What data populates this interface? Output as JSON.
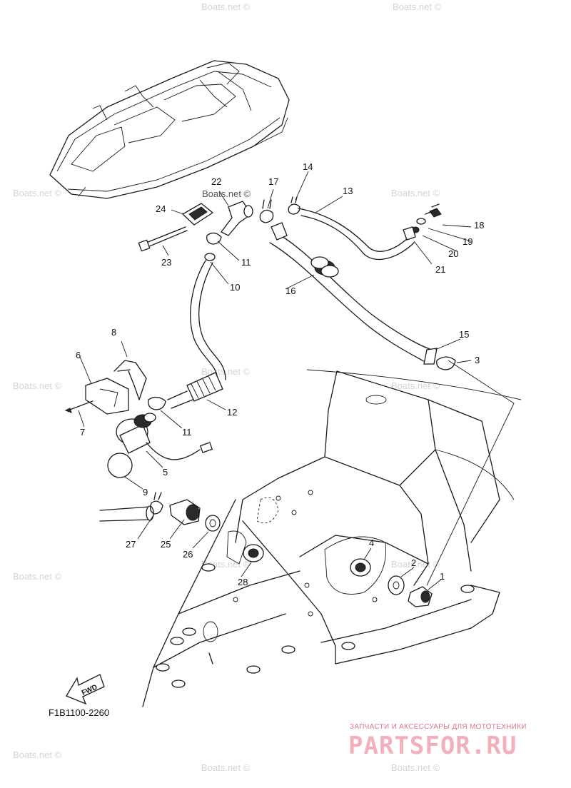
{
  "diagram_code": "F1B1100-2260",
  "watermark_text": "Boats.net ©",
  "fwd_label": "FWD",
  "brand": {
    "subtitle": "ЗАПЧАСТИ И АКСЕССУАРЫ ДЛЯ МОТОТЕХНИКИ",
    "name": "PARTSFOR.RU",
    "color": "#f2b0bd"
  },
  "callouts": [
    "1",
    "2",
    "3",
    "4",
    "5",
    "6",
    "7",
    "8",
    "9",
    "10",
    "11",
    "11",
    "12",
    "13",
    "14",
    "15",
    "16",
    "17",
    "18",
    "19",
    "20",
    "21",
    "22",
    "23",
    "24",
    "25",
    "26",
    "27",
    "28"
  ]
}
